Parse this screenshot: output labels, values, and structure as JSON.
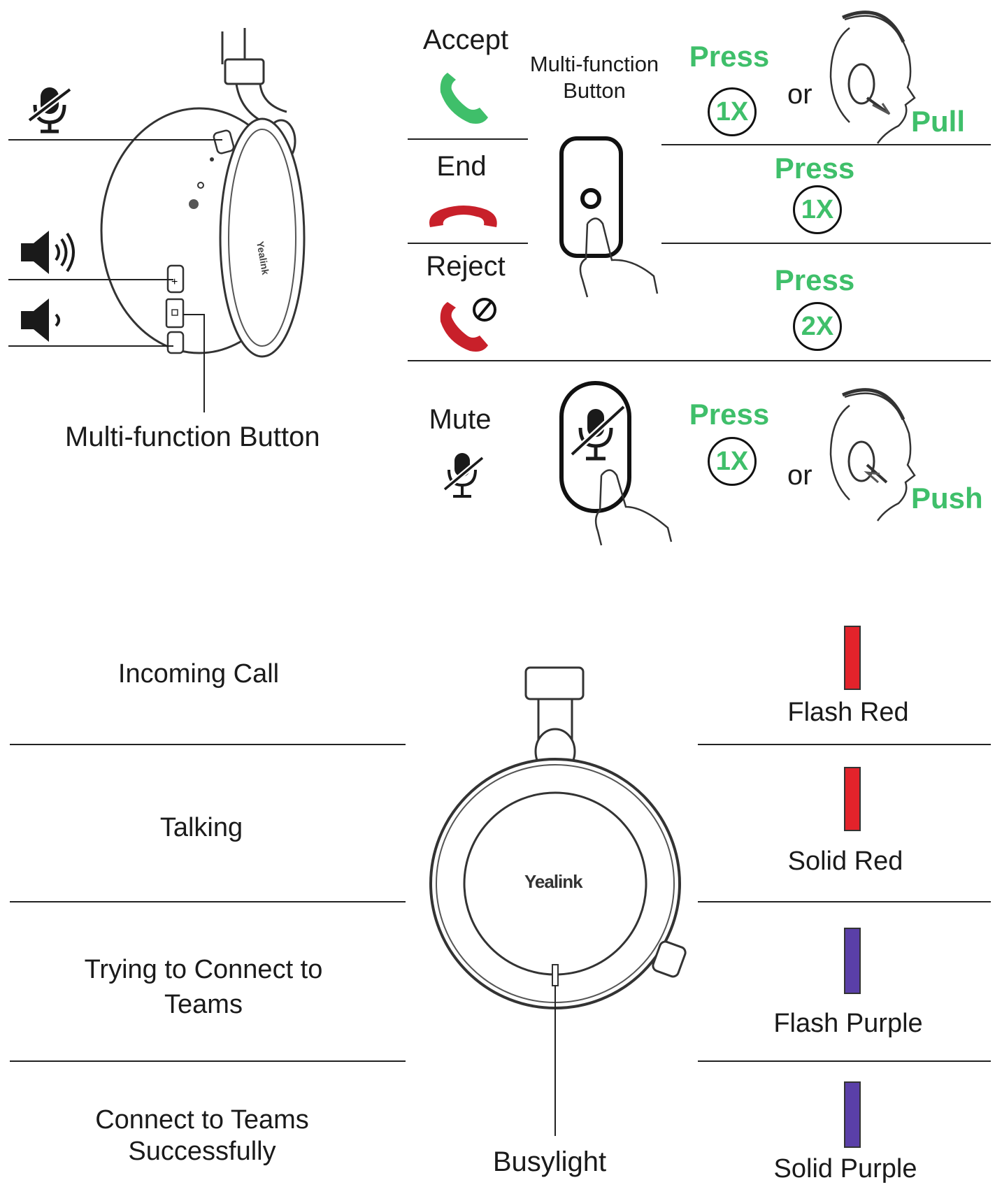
{
  "colors": {
    "accent_green": "#3fbf6a",
    "end_red": "#c8202a",
    "led_red": "#e3232b",
    "led_purple": "#5a3fa8"
  },
  "left_diagram": {
    "label": "Multi-function Button",
    "icons": [
      "mute-icon",
      "volume-up-icon",
      "volume-down-icon"
    ],
    "brand": "Yealink"
  },
  "actions": {
    "accept": "Accept",
    "end": "End",
    "reject": "Reject",
    "mute": "Mute"
  },
  "mf_button_label": [
    "Multi-function",
    "Button"
  ],
  "instructions": {
    "press": "Press",
    "or": "or",
    "pull": "Pull",
    "push": "Push",
    "one_x": "1X",
    "two_x": "2X"
  },
  "states": [
    {
      "label_lines": [
        "Incoming Call"
      ],
      "light": "Flash Red",
      "color": "#e3232b"
    },
    {
      "label_lines": [
        "Talking"
      ],
      "light": "Solid Red",
      "color": "#e3232b"
    },
    {
      "label_lines": [
        "Trying to Connect to",
        "Teams"
      ],
      "light": "Flash Purple",
      "color": "#5a3fa8"
    },
    {
      "label_lines": [
        "Connect to Teams",
        "Successfully"
      ],
      "light": "Solid Purple",
      "color": "#5a3fa8"
    }
  ],
  "busylight": {
    "label": "Busylight",
    "brand": "Yealink"
  }
}
